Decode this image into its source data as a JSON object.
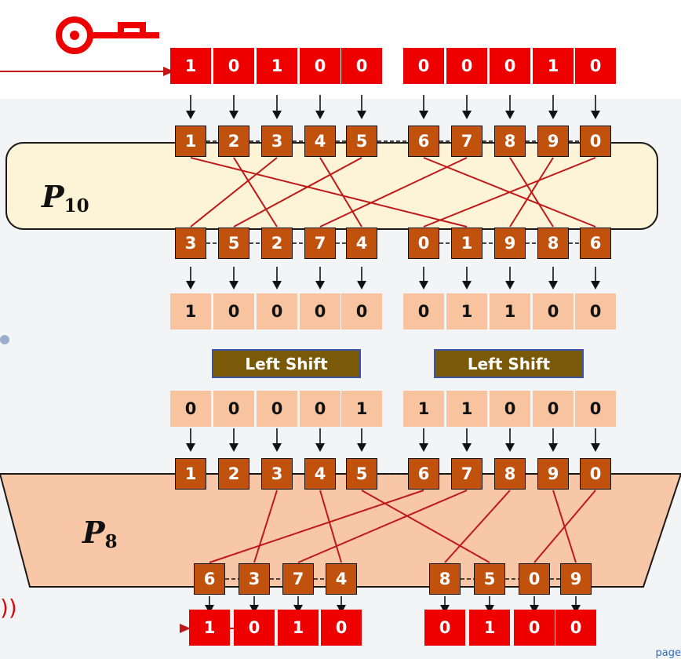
{
  "colors": {
    "red": "#ee0000",
    "brown": "#c0520e",
    "peach": "#f8c39f",
    "shift": "#7a5a08",
    "p10_fill": "#fdf3d6",
    "p8_fill": "#f7c7a8",
    "line": "#c01818"
  },
  "icons": [
    "key-icon"
  ],
  "key_bits": {
    "left": [
      "1",
      "0",
      "1",
      "0",
      "0"
    ],
    "right": [
      "0",
      "0",
      "0",
      "1",
      "0"
    ]
  },
  "p10": {
    "label": "P",
    "subscript": "10",
    "inputs": [
      "1",
      "2",
      "3",
      "4",
      "5",
      "6",
      "7",
      "8",
      "9",
      "0"
    ],
    "outputs": [
      "3",
      "5",
      "2",
      "7",
      "4",
      "0",
      "1",
      "9",
      "8",
      "6"
    ]
  },
  "after_p10": {
    "left": [
      "1",
      "0",
      "0",
      "0",
      "0"
    ],
    "right": [
      "0",
      "1",
      "1",
      "0",
      "0"
    ]
  },
  "shift": {
    "left_label": "Left Shift",
    "right_label": "Left Shift"
  },
  "after_shift": {
    "left": [
      "0",
      "0",
      "0",
      "0",
      "1"
    ],
    "right": [
      "1",
      "1",
      "0",
      "0",
      "0"
    ]
  },
  "p8": {
    "label": "P",
    "subscript": "8",
    "inputs": [
      "1",
      "2",
      "3",
      "4",
      "5",
      "6",
      "7",
      "8",
      "9",
      "0"
    ],
    "outputs": [
      "6",
      "3",
      "7",
      "4",
      "8",
      "5",
      "0",
      "9"
    ]
  },
  "subkey_bits": {
    "left": [
      "1",
      "0",
      "1",
      "0"
    ],
    "right": [
      "0",
      "1",
      "0",
      "0"
    ]
  },
  "bottom_paren": "))",
  "page_corner": "page"
}
